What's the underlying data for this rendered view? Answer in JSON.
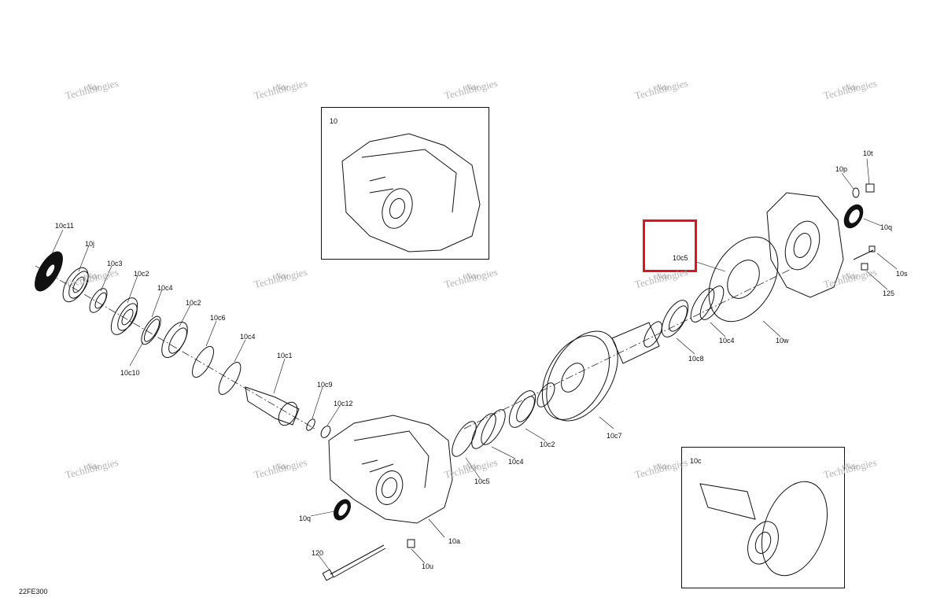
{
  "diagram_ref": "22FE300",
  "colors": {
    "highlight": "#e0141c",
    "line": "#111111",
    "watermark": "#999999"
  },
  "watermark": {
    "line1": "vNext",
    "line2": "Technologies"
  },
  "insets": [
    {
      "id": "10",
      "title": "10"
    },
    {
      "id": "10c",
      "title": "10c"
    }
  ],
  "highlighted_part": "10c5",
  "callouts": {
    "c10c11": "10c11",
    "c10j": "10j",
    "c10c3": "10c3",
    "c10c2a": "10c2",
    "c10c4a": "10c4",
    "c10c2b": "10c2",
    "c10c6": "10c6",
    "c10c4b": "10c4",
    "c10c10": "10c10",
    "c10c1": "10c1",
    "c10c9": "10c9",
    "c10c12": "10c12",
    "c10q_low": "10q",
    "c120": "120",
    "c10u": "10u",
    "c10a": "10a",
    "c10c5_low": "10c5",
    "c10c4_low": "10c4",
    "c10c2_low": "10c2",
    "c10c7": "10c7",
    "c10c8": "10c8",
    "c10c4_right": "10c4",
    "c10w": "10w",
    "c10c5_top": "10c5",
    "c10t": "10t",
    "c10p": "10p",
    "c10q_right": "10q",
    "c10s": "10s",
    "c125": "125"
  }
}
